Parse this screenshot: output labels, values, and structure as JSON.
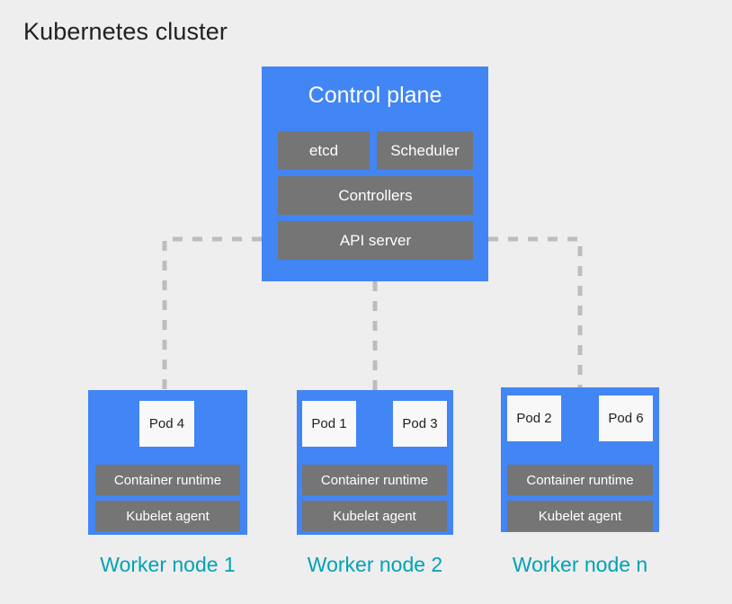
{
  "diagram": {
    "title": "Kubernetes cluster",
    "background_color": "#eeeeee",
    "accent_blue": "#4285f4",
    "component_gray": "#757575",
    "caption_teal": "#00a3b5",
    "connector_gray": "#bdbdbd"
  },
  "control_plane": {
    "title": "Control plane",
    "components": [
      {
        "label": "etcd"
      },
      {
        "label": "Scheduler"
      },
      {
        "label": "Controllers"
      },
      {
        "label": "API server"
      }
    ]
  },
  "worker_nodes": [
    {
      "caption": "Worker node 1",
      "pods": [
        {
          "label": "Pod 4"
        }
      ],
      "runtime_label": "Container runtime",
      "kubelet_label": "Kubelet agent"
    },
    {
      "caption": "Worker node 2",
      "pods": [
        {
          "label": "Pod 1"
        },
        {
          "label": "Pod 3"
        }
      ],
      "runtime_label": "Container runtime",
      "kubelet_label": "Kubelet agent"
    },
    {
      "caption": "Worker node n",
      "pods": [
        {
          "label": "Pod 2"
        },
        {
          "label": "Pod 6"
        }
      ],
      "runtime_label": "Container runtime",
      "kubelet_label": "Kubelet agent"
    }
  ]
}
